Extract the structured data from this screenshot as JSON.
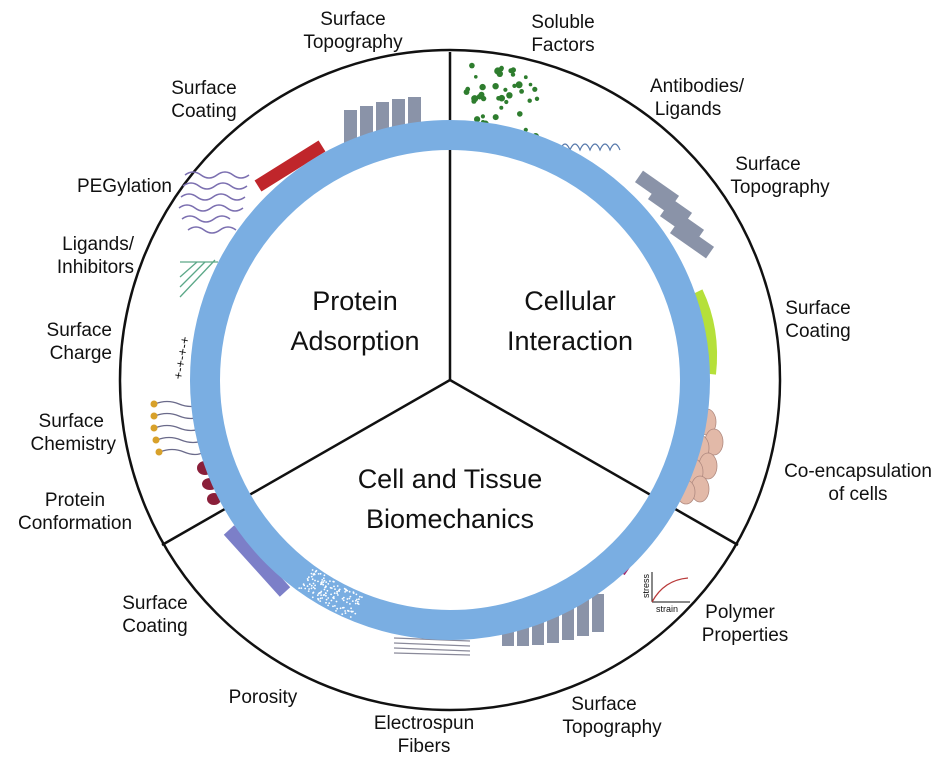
{
  "colors": {
    "ring": "#7aaee2",
    "outline": "#111111",
    "cylinder": "#8a93a8",
    "coating_red": "#c0262b",
    "coating_green": "#b5e03a",
    "coating_purple": "#7c7fc8",
    "dots_green": "#2e7d2e",
    "cells": "#e2b9a8",
    "peg": "#7b6fb0",
    "ligand": "#5ca888",
    "gold": "#d8a12a",
    "protein": "#8a1f3a",
    "curve": "#b93a3a"
  },
  "sections": {
    "protein": [
      "Protein",
      "Adsorption"
    ],
    "cellular": [
      "Cellular",
      "Interaction"
    ],
    "biomech": [
      "Cell and Tissue",
      "Biomechanics"
    ]
  },
  "labels": {
    "top_topography": [
      "Surface",
      "Topography"
    ],
    "top_coating": [
      "Surface",
      "Coating"
    ],
    "pegylation": [
      "PEGylation"
    ],
    "ligands_inhibitors": [
      "Ligands/",
      "Inhibitors"
    ],
    "surface_charge": [
      "Surface",
      "Charge"
    ],
    "surface_chemistry": [
      "Surface",
      "Chemistry"
    ],
    "protein_conformation": [
      "Protein",
      "Conformation"
    ],
    "soluble_factors": [
      "Soluble",
      "Factors"
    ],
    "antibodies": [
      "Antibodies/",
      "Ligands"
    ],
    "right_topography": [
      "Surface",
      "Topography"
    ],
    "right_coating": [
      "Surface",
      "Coating"
    ],
    "coencapsulation": [
      "Co-encapsulation",
      "of cells"
    ],
    "polymer": [
      "Polymer",
      "Properties"
    ],
    "bottom_topography": [
      "Surface",
      "Topography"
    ],
    "electrospun": [
      "Electrospun",
      "Fibers"
    ],
    "porosity": [
      "Porosity"
    ],
    "bottom_coating": [
      "Surface",
      "Coating"
    ]
  },
  "charge_glyphs": "+-+-+-+",
  "stress_label": "stress",
  "strain_label": "strain"
}
